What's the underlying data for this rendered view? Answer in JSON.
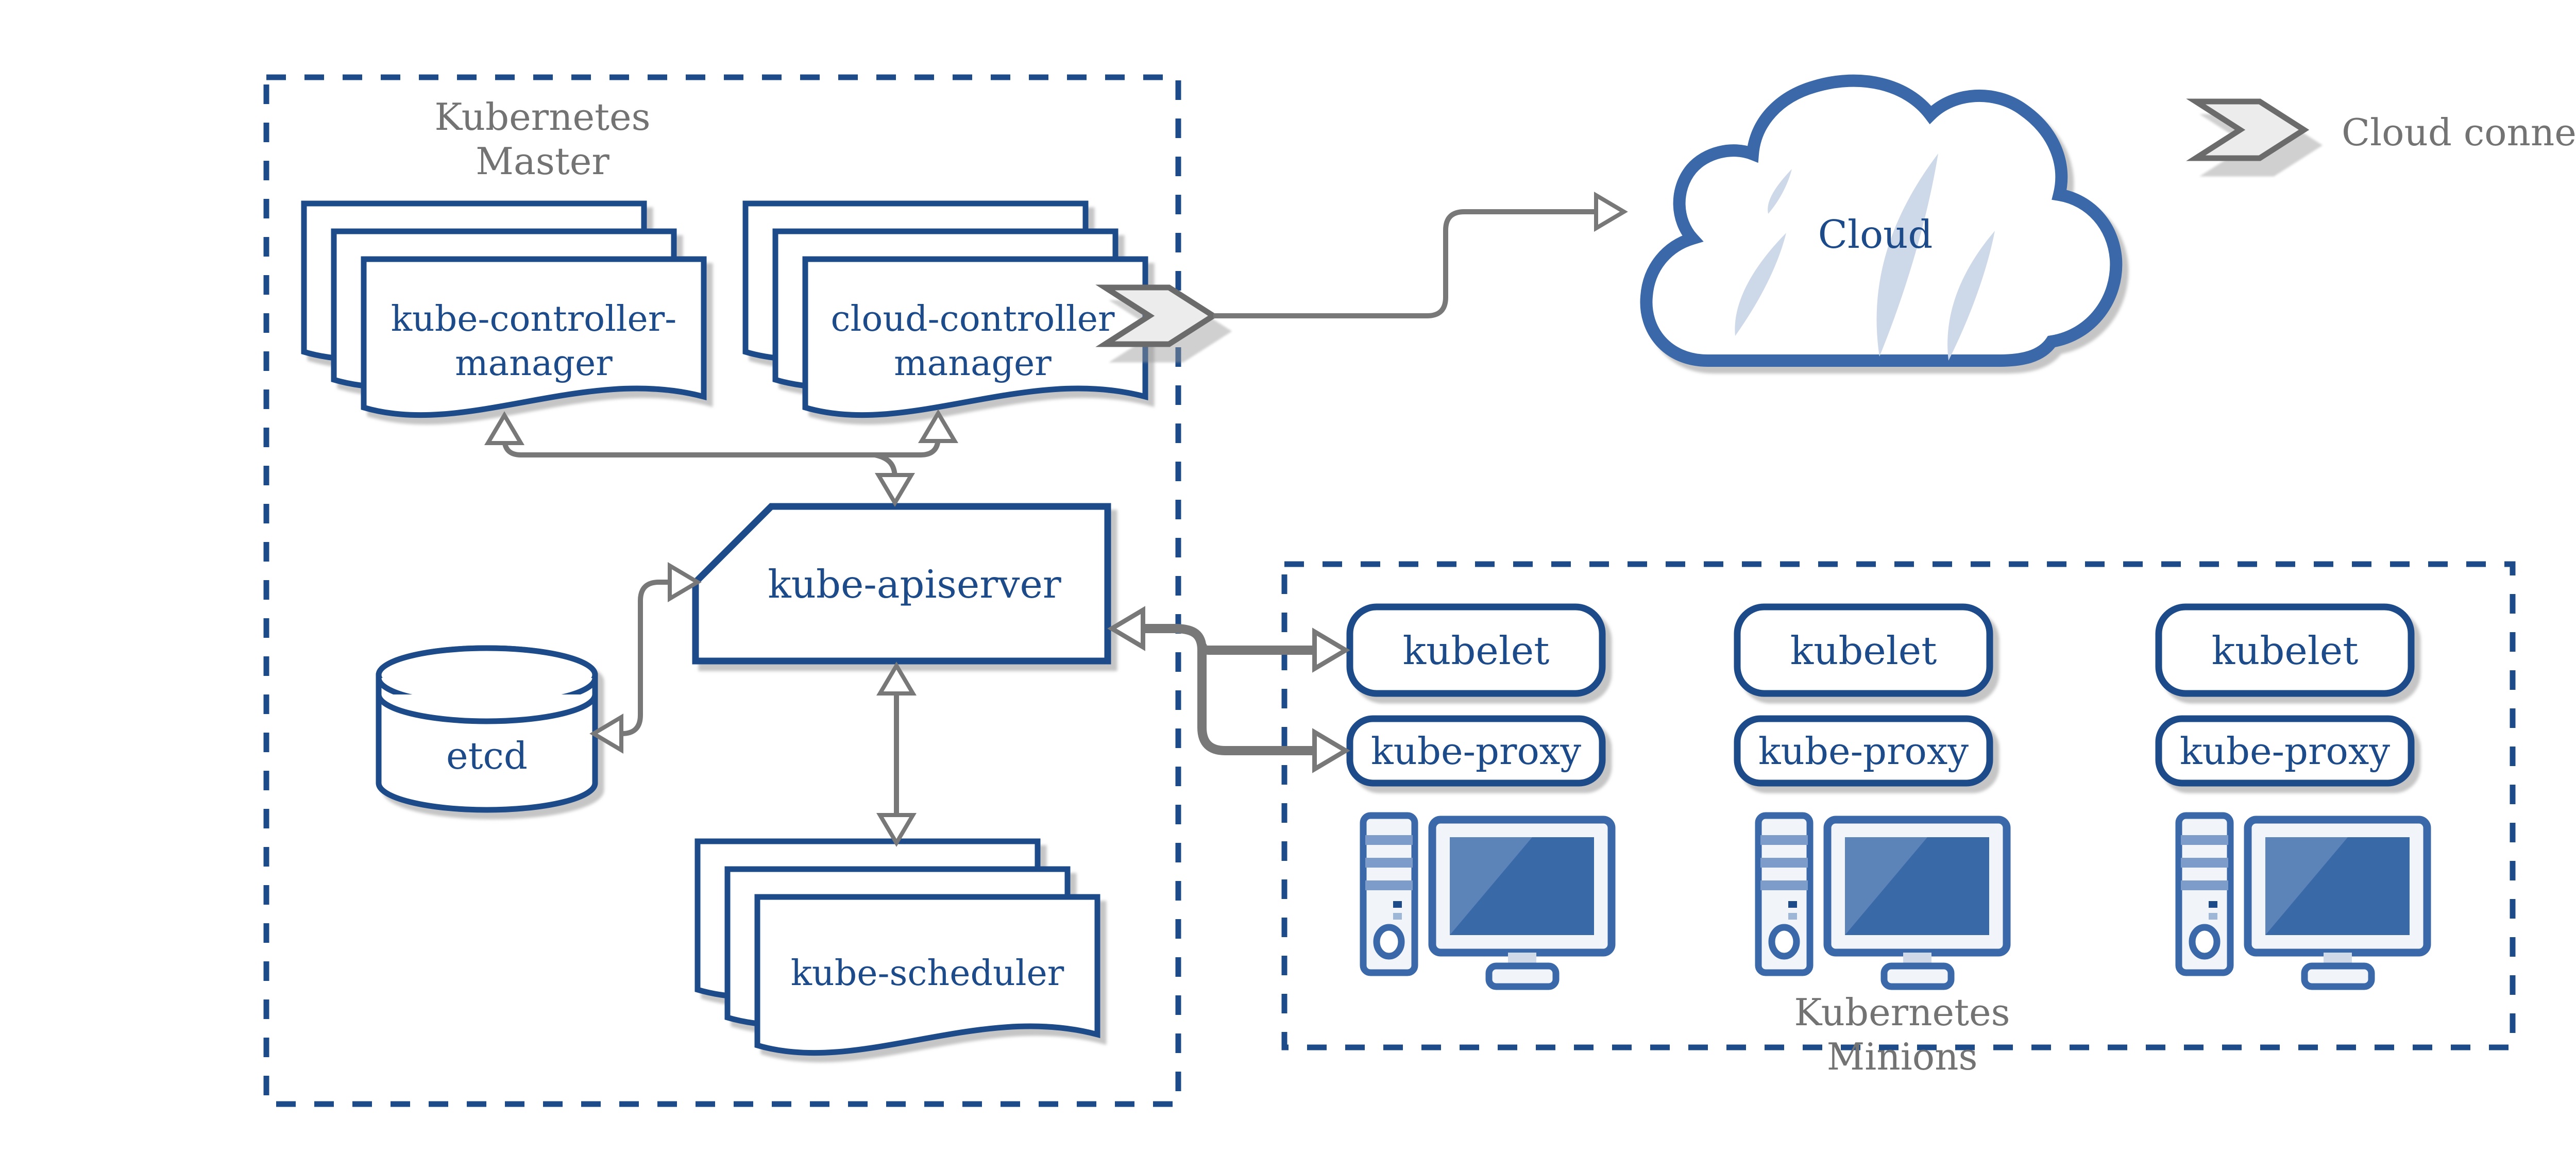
{
  "colors": {
    "navy": "#1d4b8a",
    "icon_blue": "#3a68a8",
    "screen_blue": "#3a69a8",
    "screen_highlight": "#5d84b8",
    "streak_blue": "#cdd8e8",
    "connector_gray": "#787878",
    "label_gray": "#737373",
    "chevron_fill": "#ececec",
    "shadow_gray": "#b5b5b5"
  },
  "master": {
    "title_line1": "Kubernetes",
    "title_line2": "Master",
    "kube_controller_manager_line1": "kube-controller-",
    "kube_controller_manager_line2": "manager",
    "cloud_controller_manager_line1": "cloud-controller",
    "cloud_controller_manager_line2": "manager",
    "kube_apiserver": "kube-apiserver",
    "etcd": "etcd",
    "kube_scheduler": "kube-scheduler"
  },
  "cloud": {
    "label": "Cloud"
  },
  "legend": {
    "label": "Cloud connector",
    "icon": "chevron-arrow-icon"
  },
  "minions": {
    "title_line1": "Kubernetes",
    "title_line2": "Minions",
    "nodes": [
      {
        "kubelet": "kubelet",
        "kube_proxy": "kube-proxy",
        "machine_icon": "desktop-computer-icon"
      },
      {
        "kubelet": "kubelet",
        "kube_proxy": "kube-proxy",
        "machine_icon": "desktop-computer-icon"
      },
      {
        "kubelet": "kubelet",
        "kube_proxy": "kube-proxy",
        "machine_icon": "desktop-computer-icon"
      }
    ]
  }
}
